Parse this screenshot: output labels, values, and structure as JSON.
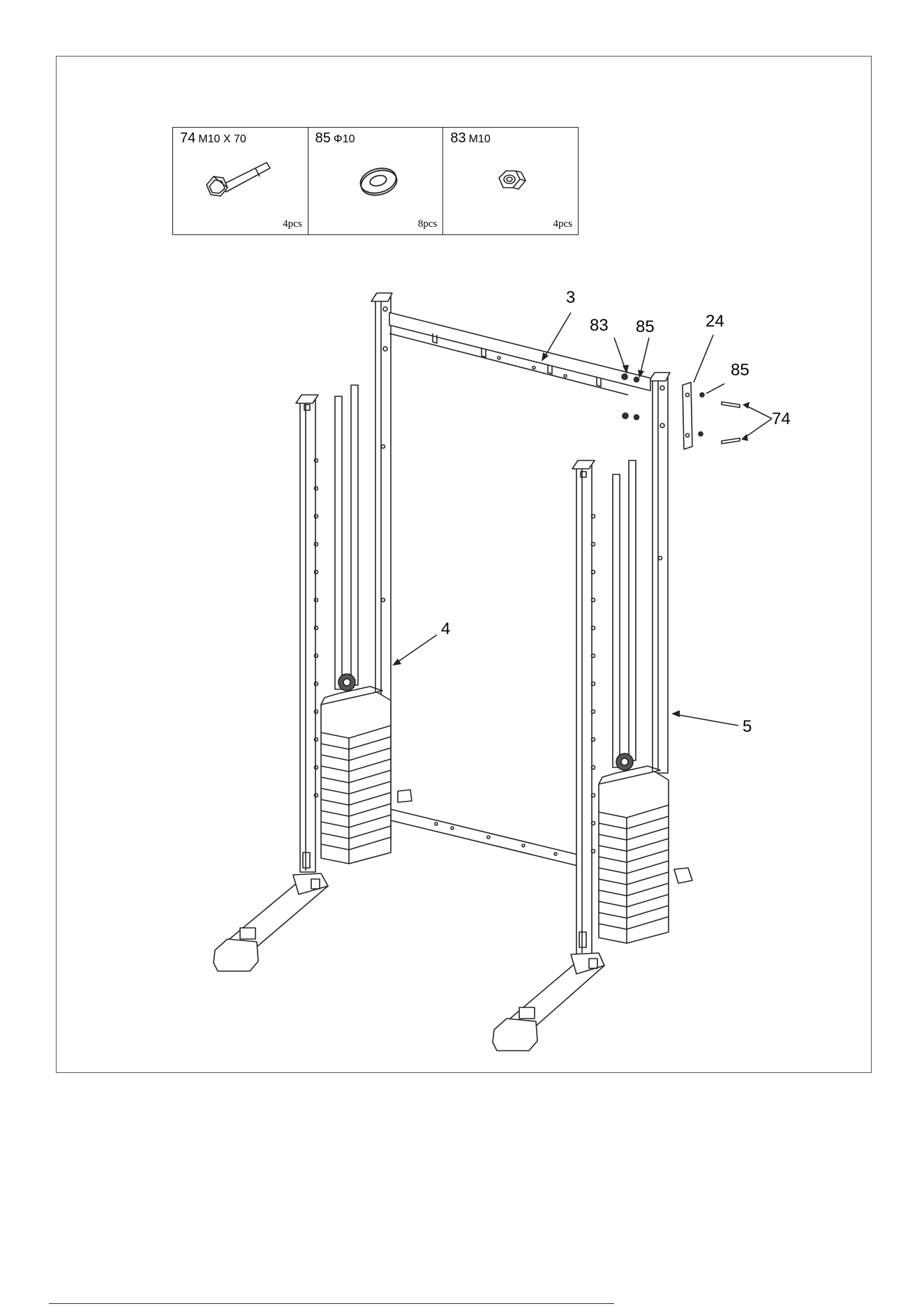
{
  "parts_table": [
    {
      "number": "74",
      "spec": "M10 X 70",
      "quantity": "4pcs",
      "icon": "hex-bolt-icon"
    },
    {
      "number": "85",
      "spec": "Φ10",
      "quantity": "8pcs",
      "icon": "washer-icon"
    },
    {
      "number": "83",
      "spec": "M10",
      "quantity": "4pcs",
      "icon": "lock-nut-icon"
    }
  ],
  "callouts": {
    "part_3": "3",
    "part_83": "83",
    "part_85_top": "85",
    "part_24": "24",
    "part_85_side": "85",
    "part_74": "74",
    "part_4": "4",
    "part_5": "5"
  }
}
